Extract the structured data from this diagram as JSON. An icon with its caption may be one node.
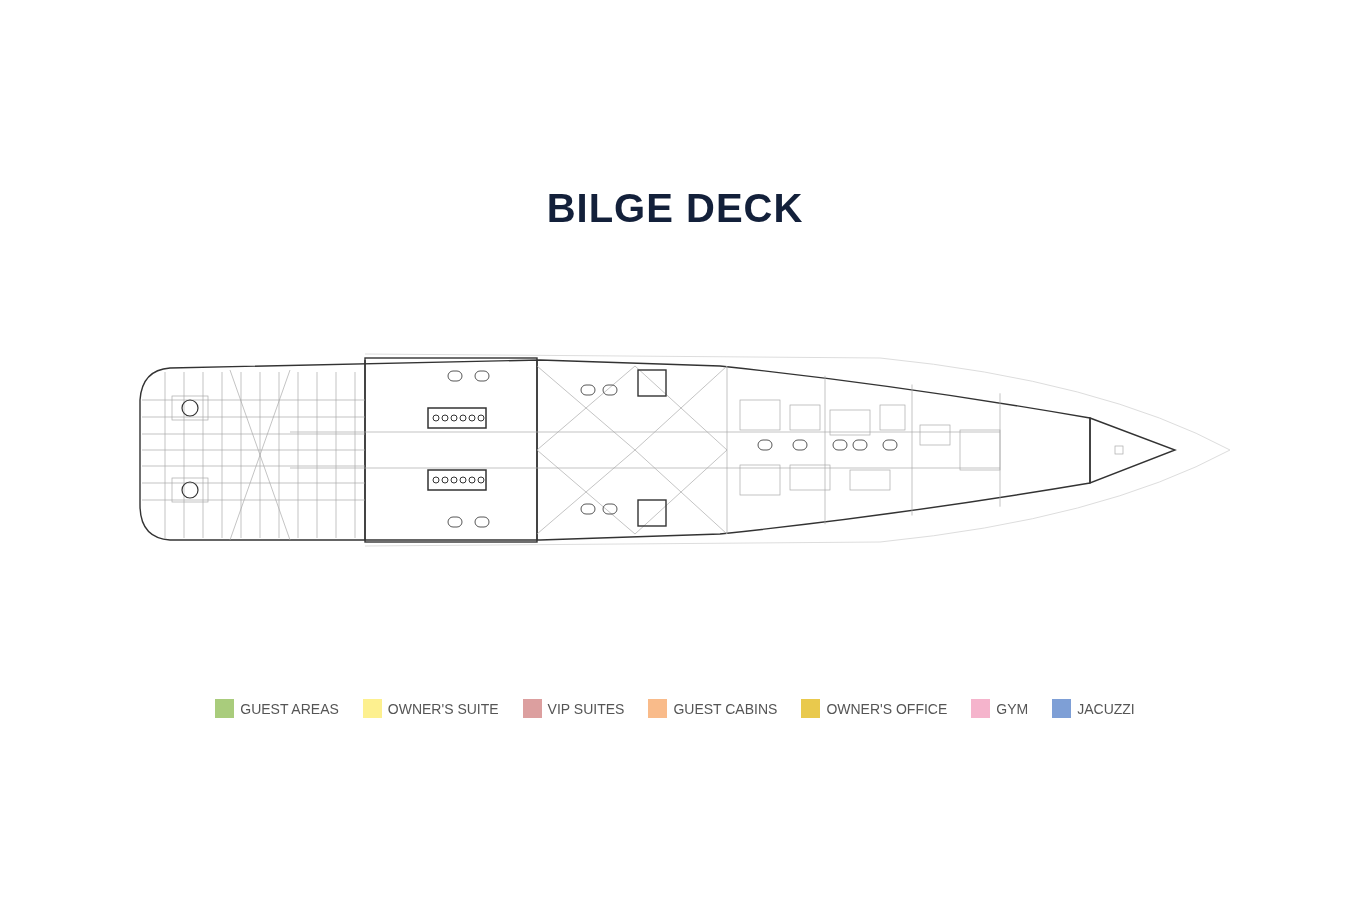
{
  "diagram": {
    "title": "BILGE DECK",
    "legend": [
      {
        "text": "GUEST AREAS",
        "color": "#a9cc7c"
      },
      {
        "text": "OWNER'S SUITE",
        "color": "#fdf08f"
      },
      {
        "text": "VIP SUITES",
        "color": "#dc9f9f"
      },
      {
        "text": "GUEST CABINS",
        "color": "#f9bb8a"
      },
      {
        "text": "OWNER'S OFFICE",
        "color": "#e9c94d"
      },
      {
        "text": "GYM",
        "color": "#f5b4cc"
      },
      {
        "text": "JACUZZI",
        "color": "#7e9fd6"
      }
    ]
  }
}
